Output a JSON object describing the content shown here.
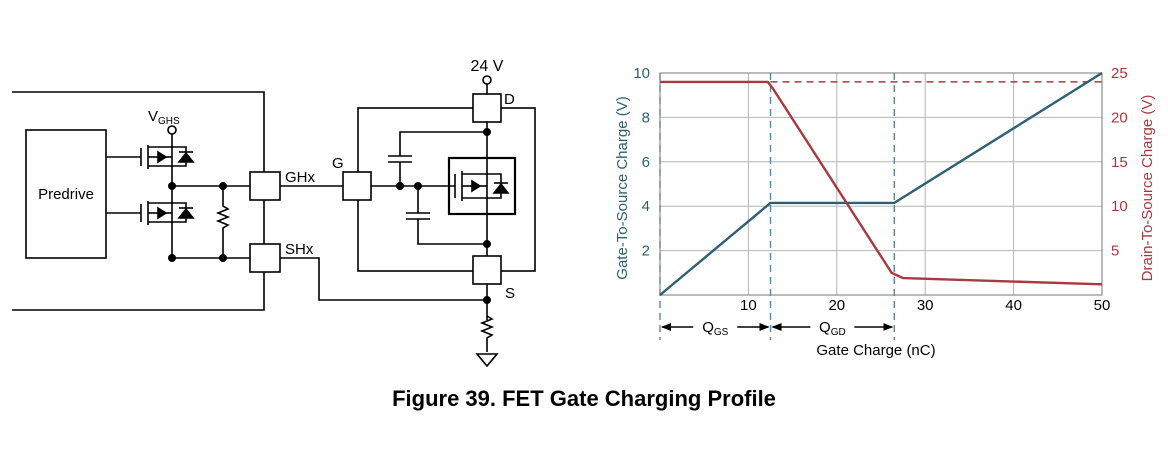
{
  "schematic": {
    "predrive_label": "Predrive",
    "vghs_main": "V",
    "vghs_sub": "GHS",
    "ghx_label": "GHx",
    "shx_label": "SHx",
    "g_label": "G",
    "d_label": "D",
    "s_label": "S",
    "supply_label": "24 V"
  },
  "chart_data": {
    "type": "line",
    "x_axis": {
      "label": "Gate Charge (nC)",
      "min": 0,
      "max": 50,
      "ticks": [
        10,
        20,
        30,
        40,
        50
      ]
    },
    "y_left": {
      "label": "Gate-To-Source Charge (V)",
      "min": 0,
      "max": 10,
      "ticks": [
        2,
        4,
        6,
        8,
        10
      ]
    },
    "y_right": {
      "label": "Drain-To-Source Charge (V)",
      "min": 0,
      "max": 25,
      "ticks": [
        5,
        10,
        15,
        20,
        25
      ]
    },
    "grid": true,
    "series": [
      {
        "axis": "left",
        "color": "#2e5f73",
        "x": [
          0,
          12.5,
          26.5,
          50
        ],
        "y": [
          0,
          4.15,
          4.15,
          10
        ]
      },
      {
        "axis": "right",
        "color": "#a83a3f",
        "x": [
          0,
          12.2,
          12.8,
          26.2,
          27.5,
          50
        ],
        "y": [
          24,
          24,
          23.2,
          2.5,
          1.9,
          1.2
        ]
      }
    ],
    "reference_lines": [
      {
        "type": "horizontal-dashed",
        "axis": "right",
        "y": 24,
        "x_from": 12.5,
        "x_to": 50
      },
      {
        "type": "vertical-dashed",
        "x": 0
      },
      {
        "type": "vertical-dashed",
        "x": 12.5
      },
      {
        "type": "vertical-dashed",
        "x": 26.5
      }
    ],
    "annotations": [
      {
        "main": "Q",
        "sub": "GS",
        "x_from": 0,
        "x_to": 12.5
      },
      {
        "main": "Q",
        "sub": "GD",
        "x_from": 12.5,
        "x_to": 26.5
      }
    ],
    "colors": {
      "vgs": "#2e5f73",
      "vds": "#a83a3f",
      "axis_left": "#2e5f73",
      "axis_right": "#a83a3f",
      "guide": "#5a86a6"
    }
  },
  "caption": "Figure 39.  FET Gate Charging Profile"
}
